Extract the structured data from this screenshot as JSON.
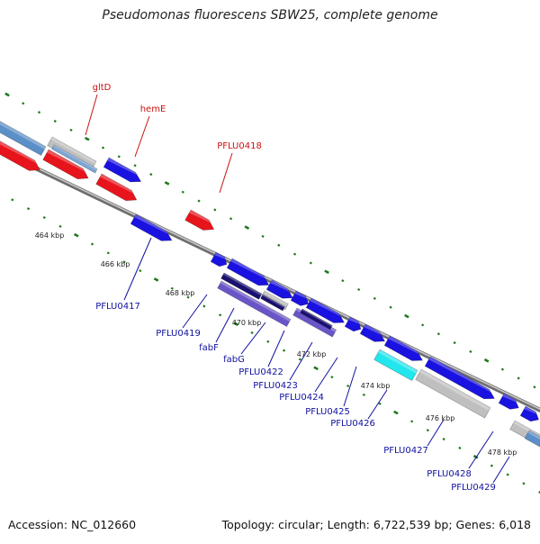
{
  "title": "Pseudomonas fluorescens SBW25, complete genome",
  "footer": {
    "accession": "Accession: NC_012660",
    "topology": "Topology: circular; Length: 6,722,539 bp; Genes: 6,018"
  },
  "ruler_labels": [
    "464 kbp",
    "466 kbp",
    "468 kbp",
    "470 kbp",
    "472 kbp",
    "474 kbp",
    "476 kbp",
    "478 kbp"
  ],
  "red_gene_labels": [
    "gltD",
    "hemE",
    "PFLU0418"
  ],
  "blue_gene_labels": [
    "PFLU0417",
    "PFLU0419",
    "fabF",
    "fabG",
    "PFLU0422",
    "PFLU0423",
    "PFLU0424",
    "PFLU0425",
    "PFLU0426",
    "PFLU0427",
    "PFLU0428",
    "PFLU0429"
  ],
  "colors": {
    "forward_gene": "#e8141b",
    "reverse_gene": "#1a12e0",
    "label_red": "#cc1111",
    "label_blue": "#1010a0",
    "backbone": "#8a8a8a",
    "tick": "#1a7a1a",
    "rna": "#5a8fc8",
    "misc": "#bfbfbf",
    "cyan": "#22e6ee",
    "purple": "#6a55c8",
    "navy": "#1a1070"
  }
}
